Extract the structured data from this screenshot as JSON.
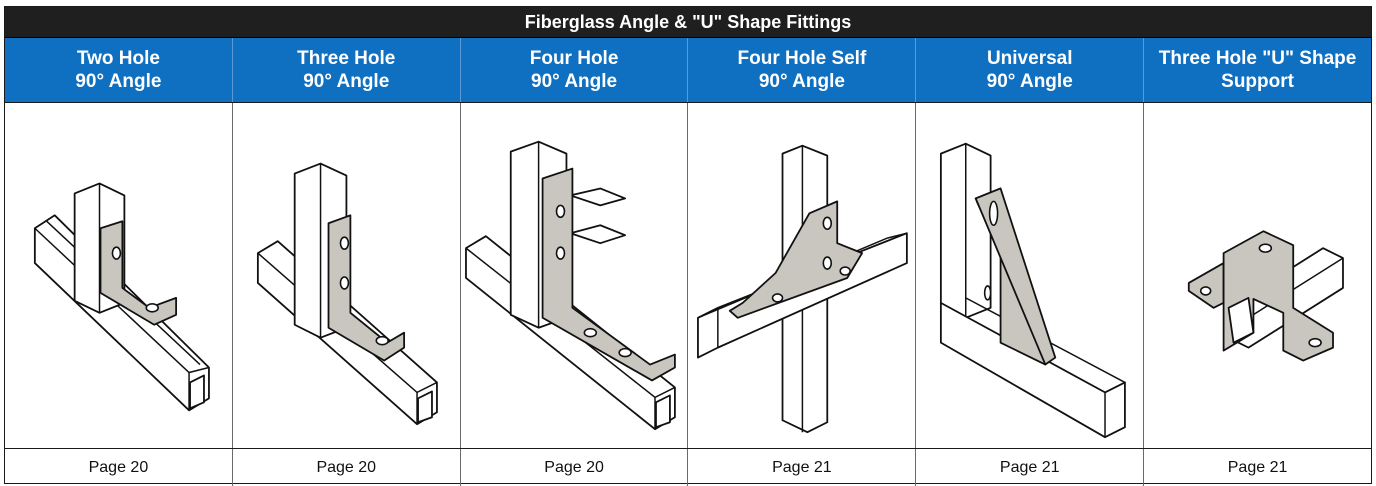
{
  "title": "Fiberglass Angle  & \"U\" Shape Fittings",
  "columns": [
    {
      "line1": "Two Hole",
      "line2": "90° Angle",
      "page": "Page 20",
      "icon": "two-hole-90-angle-fitting"
    },
    {
      "line1": "Three Hole",
      "line2": "90° Angle",
      "page": "Page 20",
      "icon": "three-hole-90-angle-fitting"
    },
    {
      "line1": "Four Hole",
      "line2": "90° Angle",
      "page": "Page 20",
      "icon": "four-hole-90-angle-fitting"
    },
    {
      "line1": "Four Hole Self",
      "line2": "90° Angle",
      "page": "Page 21",
      "icon": "four-hole-self-90-angle-fitting"
    },
    {
      "line1": "Universal",
      "line2": "90° Angle",
      "page": "Page 21",
      "icon": "universal-90-angle-fitting"
    },
    {
      "line1": "Three Hole \"U\" Shape",
      "line2": "Support",
      "page": "Page 21",
      "icon": "three-hole-u-shape-support-fitting"
    }
  ],
  "colors": {
    "title_bg": "#1f1f1f",
    "header_bg": "#0f6fc0",
    "plate": "#c9c5bf"
  }
}
